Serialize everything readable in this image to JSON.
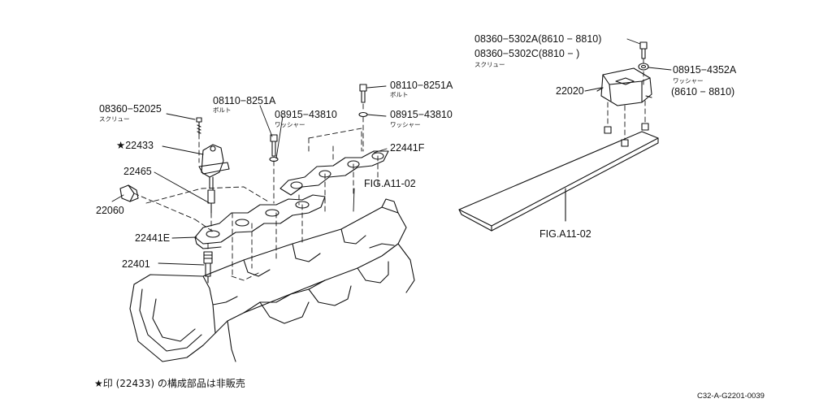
{
  "diagram": {
    "labels": {
      "p08360_52025": "08360−52025",
      "p08360_52025_sub": "スクリュー",
      "p22433": "★22433",
      "p22465": "22465",
      "p22060": "22060",
      "p22441E": "22441E",
      "p22401": "22401",
      "p08110_a": "08110−8251A",
      "p08110_a_sub": "ボルト",
      "p08915_a": "08915−43810",
      "p08915_a_sub": "ワッシャー",
      "p08110_b": "08110−8251A",
      "p08110_b_sub": "ボルト",
      "p08915_b": "08915−43810",
      "p08915_b_sub": "ワッシャー",
      "p22441F": "22441F",
      "fig_left": "FIG.A11-02",
      "p08360_5302A": "08360−5302A(8610 − 8810)",
      "p08360_5302C": "08360−5302C(8810 −        )",
      "p08360_5302_sub": "スクリュー",
      "p08915_4352A": "08915−4352A",
      "p08915_4352A_sub": "ワッシャー",
      "p08915_4352A_range": "(8610 − 8810)",
      "p22020": "22020",
      "fig_right": "FIG.A11-02"
    },
    "footnote": "★印 (22433) の構成部品は非販売",
    "drawing_code": "C32-A-G2201-0039"
  }
}
